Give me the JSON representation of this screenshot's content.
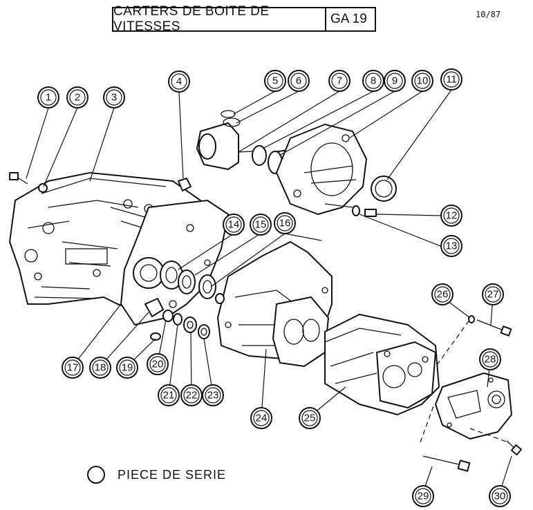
{
  "header": {
    "title": "CARTERS DE BOITE DE VITESSES",
    "reference": "GA 19",
    "date": "10/87"
  },
  "legend": {
    "label": "PIECE DE SERIE"
  },
  "callouts": [
    "1",
    "2",
    "3",
    "4",
    "5",
    "6",
    "7",
    "8",
    "9",
    "10",
    "11",
    "12",
    "13",
    "14",
    "15",
    "16",
    "17",
    "18",
    "19",
    "20",
    "21",
    "22",
    "23",
    "24",
    "25",
    "26",
    "27",
    "28",
    "29",
    "30"
  ]
}
